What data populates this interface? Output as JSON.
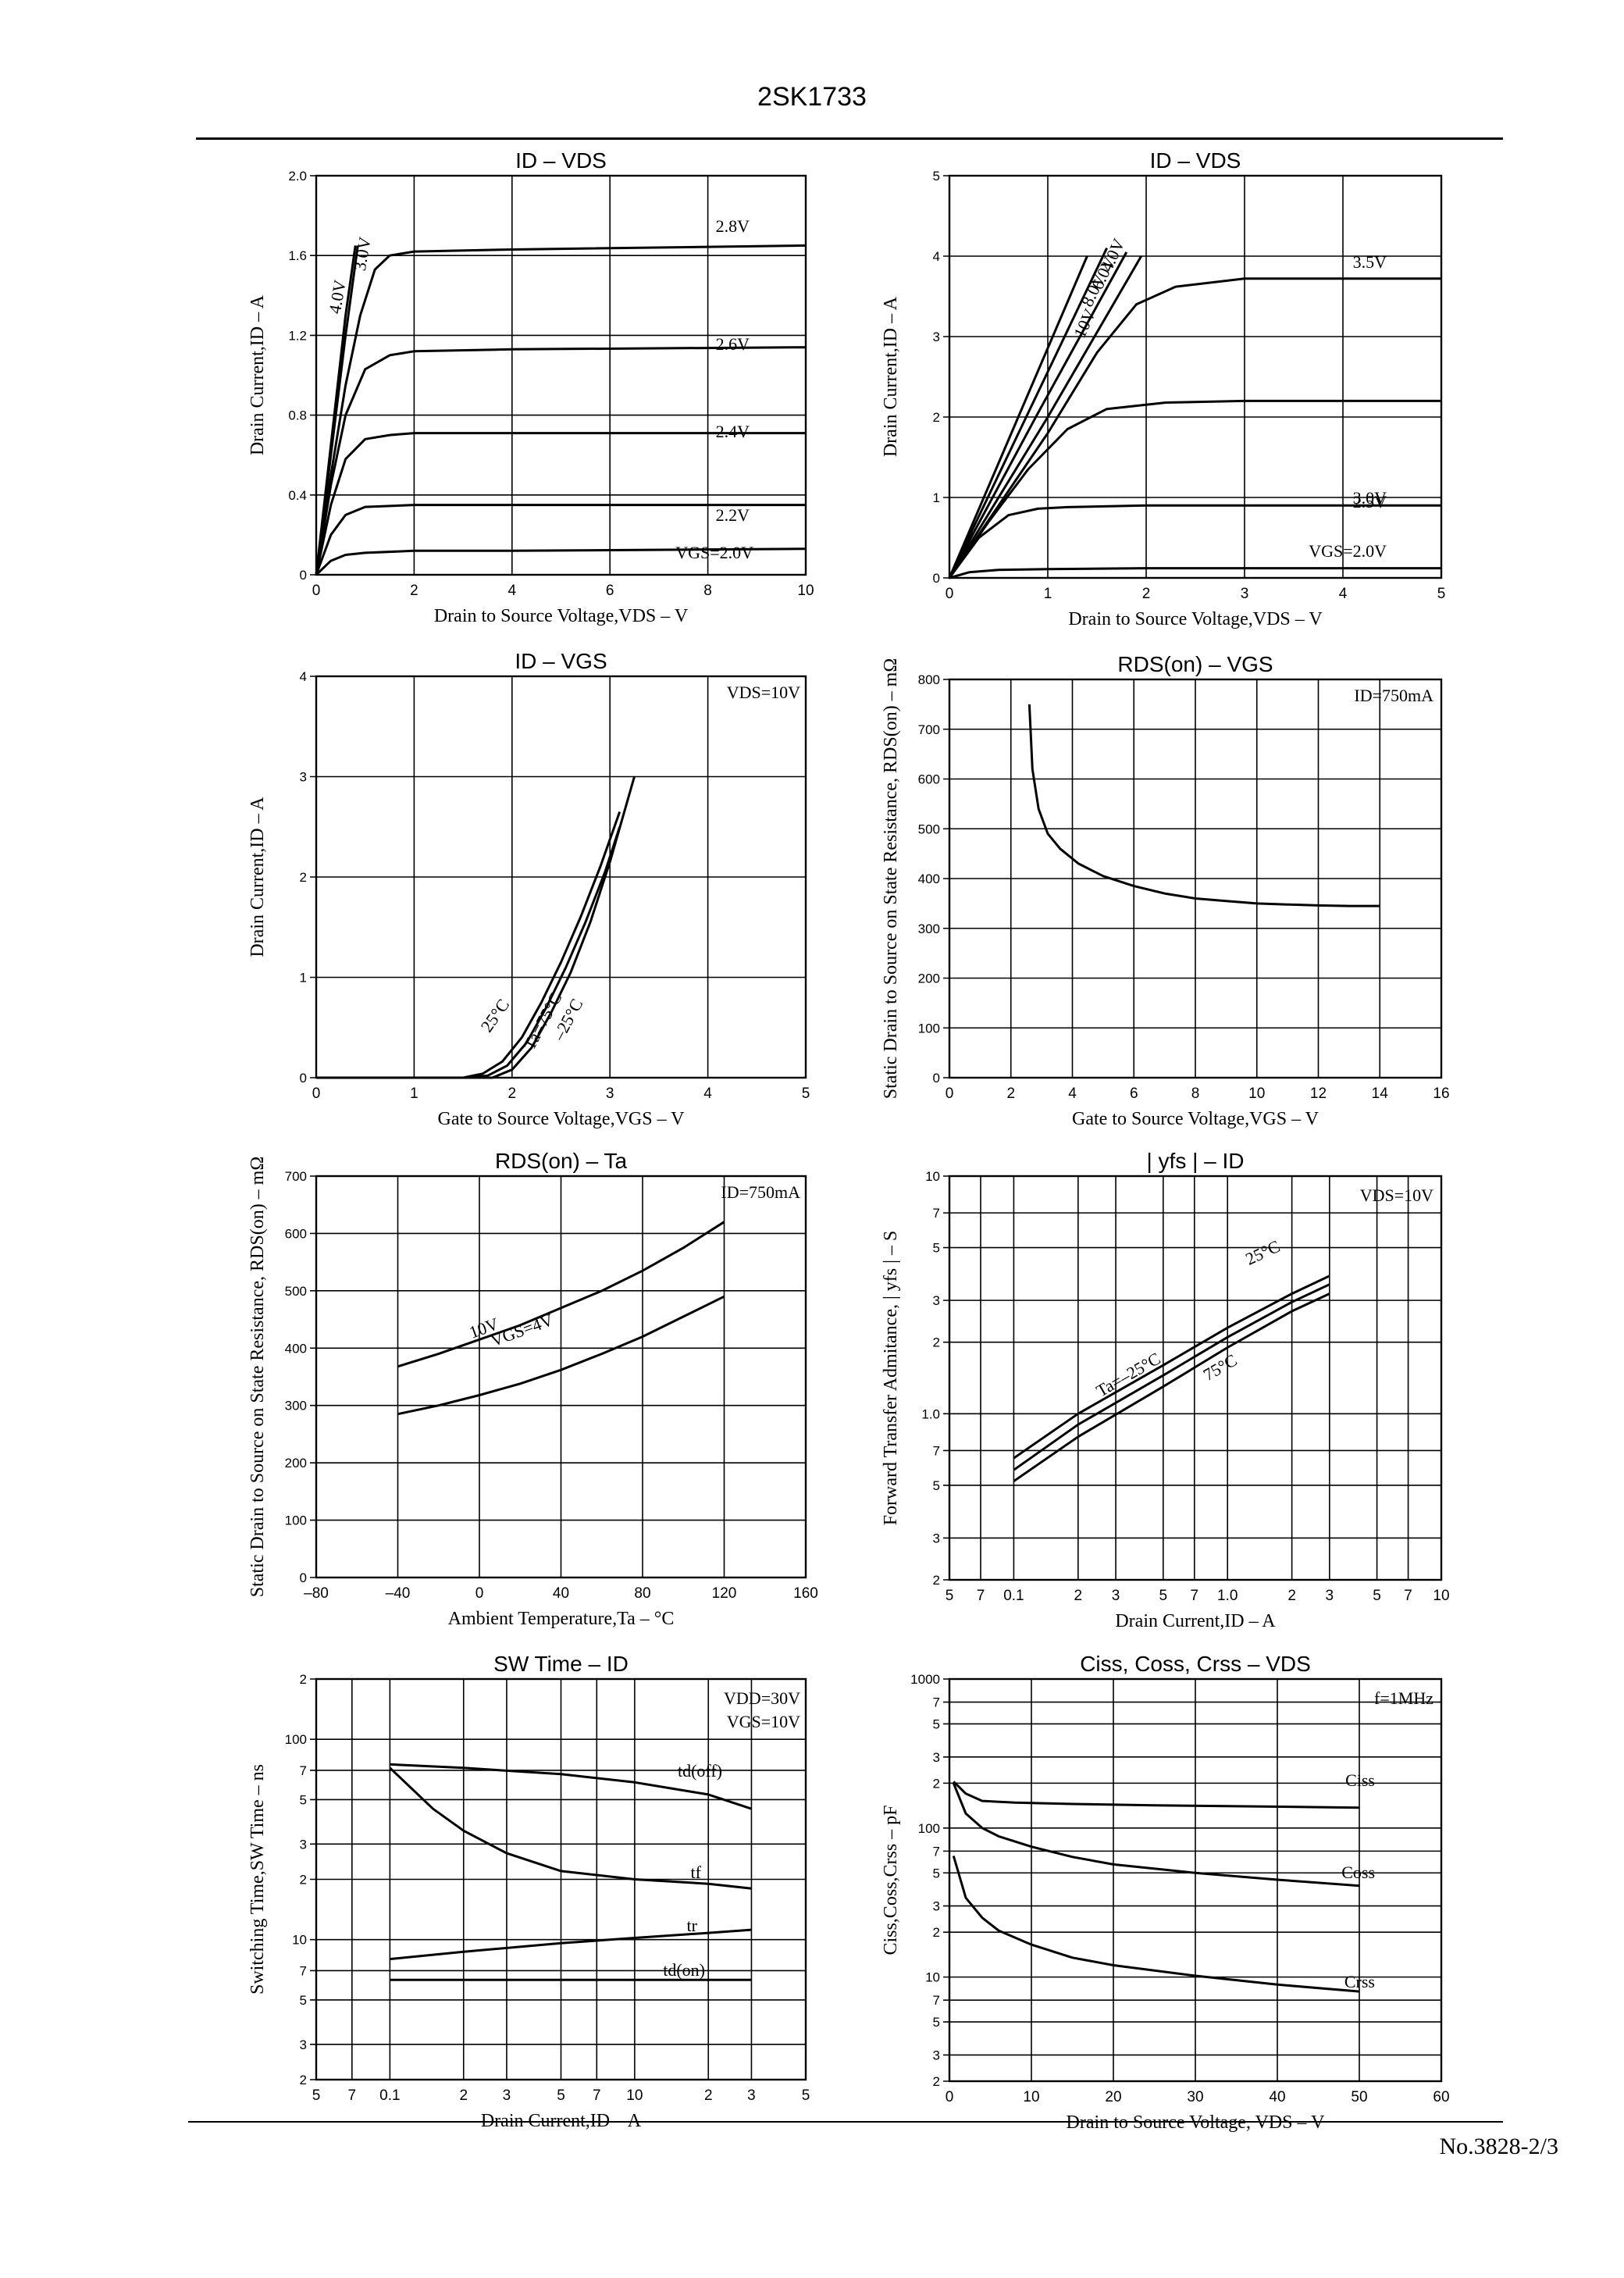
{
  "header": {
    "part_number": "2SK1733"
  },
  "footer": {
    "doc_number": "No.3828-2/3"
  },
  "chart_data": [
    {
      "id": "id-vds-10",
      "type": "line",
      "title": "I_D  –  V_DS",
      "xlabel": "Drain to Source Voltage,V_DS – V",
      "ylabel": "Drain Current,I_D – A",
      "xlim": [
        0,
        10
      ],
      "ylim": [
        0,
        2.0
      ],
      "xscale": "linear",
      "yscale": "linear",
      "xticks": [
        0,
        2,
        4,
        6,
        8,
        10
      ],
      "yticks": [
        0,
        0.4,
        0.8,
        1.2,
        1.6,
        2.0
      ],
      "xtick_labels": [
        "0",
        "2",
        "4",
        "6",
        "8",
        "10"
      ],
      "ytick_labels": [
        "0",
        "0.4",
        "0.8",
        "1.2",
        "1.6",
        "2.0"
      ],
      "grid": true,
      "series": [
        {
          "name": "V_GS=2.0V",
          "x": [
            0,
            0.3,
            0.6,
            1,
            2,
            4,
            10
          ],
          "y": [
            0,
            0.07,
            0.1,
            0.11,
            0.12,
            0.12,
            0.13
          ]
        },
        {
          "name": "2.2V",
          "x": [
            0,
            0.3,
            0.6,
            1,
            2,
            4,
            10
          ],
          "y": [
            0,
            0.2,
            0.3,
            0.34,
            0.35,
            0.35,
            0.35
          ]
        },
        {
          "name": "2.4V",
          "x": [
            0,
            0.3,
            0.6,
            1,
            1.5,
            2,
            4,
            10
          ],
          "y": [
            0,
            0.35,
            0.58,
            0.68,
            0.7,
            0.71,
            0.71,
            0.71
          ]
        },
        {
          "name": "2.6V",
          "x": [
            0,
            0.3,
            0.6,
            1,
            1.5,
            2,
            4,
            10
          ],
          "y": [
            0,
            0.45,
            0.8,
            1.03,
            1.1,
            1.12,
            1.13,
            1.14
          ]
        },
        {
          "name": "2.8V",
          "x": [
            0,
            0.3,
            0.6,
            0.9,
            1.2,
            1.5,
            2,
            4,
            10
          ],
          "y": [
            0,
            0.5,
            0.95,
            1.3,
            1.53,
            1.6,
            1.62,
            1.63,
            1.65
          ]
        },
        {
          "name": "3.0V",
          "x": [
            0,
            0.3,
            0.6,
            0.85
          ],
          "y": [
            0,
            0.6,
            1.2,
            1.65
          ]
        },
        {
          "name": "4.0V",
          "x": [
            0,
            0.3,
            0.6,
            0.8
          ],
          "y": [
            0,
            0.65,
            1.3,
            1.65
          ]
        }
      ],
      "annotations": [
        "2.8V",
        "2.6V",
        "2.4V",
        "2.2V",
        "V_GS=2.0V",
        "3.0V",
        "4.0V"
      ]
    },
    {
      "id": "id-vds-5",
      "type": "line",
      "title": "I_D  –  V_DS",
      "xlabel": "Drain to Source Voltage,V_DS – V",
      "ylabel": "Drain Current,I_D – A",
      "xlim": [
        0,
        5
      ],
      "ylim": [
        0,
        5
      ],
      "xscale": "linear",
      "yscale": "linear",
      "xticks": [
        0,
        1,
        2,
        3,
        4,
        5
      ],
      "yticks": [
        0,
        1,
        2,
        3,
        4,
        5
      ],
      "xtick_labels": [
        "0",
        "1",
        "2",
        "3",
        "4",
        "5"
      ],
      "ytick_labels": [
        "0",
        "1",
        "2",
        "3",
        "4",
        "5"
      ],
      "grid": true,
      "series": [
        {
          "name": "V_GS=2.0V",
          "x": [
            0,
            0.2,
            0.5,
            1,
            2,
            5
          ],
          "y": [
            0,
            0.07,
            0.1,
            0.11,
            0.12,
            0.12
          ]
        },
        {
          "name": "2.5V",
          "x": [
            0,
            0.3,
            0.6,
            0.9,
            1.2,
            2,
            5
          ],
          "y": [
            0,
            0.5,
            0.78,
            0.86,
            0.88,
            0.9,
            0.9
          ]
        },
        {
          "name": "3.0V",
          "x": [
            0,
            0.4,
            0.8,
            1.2,
            1.6,
            2.2,
            3,
            5
          ],
          "y": [
            0,
            0.7,
            1.35,
            1.85,
            2.1,
            2.18,
            2.2,
            2.2
          ]
        },
        {
          "name": "3.5V",
          "x": [
            0,
            0.5,
            1,
            1.5,
            1.9,
            2.3,
            3,
            5
          ],
          "y": [
            0,
            0.9,
            1.8,
            2.8,
            3.4,
            3.62,
            3.72,
            3.72
          ]
        },
        {
          "name": "4.0V",
          "x": [
            0,
            1.0,
            1.95
          ],
          "y": [
            0,
            2.0,
            4.0
          ]
        },
        {
          "name": "6.0V",
          "x": [
            0,
            0.9,
            1.8
          ],
          "y": [
            0,
            2.05,
            4.05
          ]
        },
        {
          "name": "8.0V",
          "x": [
            0,
            0.8,
            1.6
          ],
          "y": [
            0,
            2.05,
            4.1
          ]
        },
        {
          "name": "10V",
          "x": [
            0,
            0.7,
            1.4
          ],
          "y": [
            0,
            2.0,
            4.0
          ]
        }
      ],
      "annotations": [
        "3.5V",
        "3.0V",
        "2.5V",
        "V_GS=2.0V",
        "10V",
        "8.0V",
        "6.0V",
        "4.0V"
      ]
    },
    {
      "id": "id-vgs",
      "type": "line",
      "title": "I_D  –  V_GS",
      "xlabel": "Gate to Source Voltage,V_GS – V",
      "ylabel": "Drain Current,I_D – A",
      "xlim": [
        0,
        5
      ],
      "ylim": [
        0,
        4
      ],
      "xscale": "linear",
      "yscale": "linear",
      "xticks": [
        0,
        1,
        2,
        3,
        4,
        5
      ],
      "yticks": [
        0,
        1,
        2,
        3,
        4
      ],
      "xtick_labels": [
        "0",
        "1",
        "2",
        "3",
        "4",
        "5"
      ],
      "ytick_labels": [
        "0",
        "1",
        "2",
        "3",
        "4"
      ],
      "grid": true,
      "series": [
        {
          "name": "-25°C",
          "x": [
            0,
            1.6,
            1.8,
            2.0,
            2.2,
            2.4,
            2.6,
            2.8,
            3.0,
            3.25
          ],
          "y": [
            0,
            0,
            0,
            0.08,
            0.3,
            0.65,
            1.05,
            1.55,
            2.15,
            3.0
          ]
        },
        {
          "name": "Ta=75°C",
          "x": [
            0,
            1.5,
            1.7,
            1.9,
            2.1,
            2.3,
            2.5,
            2.7,
            2.9,
            3.1
          ],
          "y": [
            0,
            0,
            0.04,
            0.16,
            0.4,
            0.75,
            1.15,
            1.6,
            2.1,
            2.65
          ]
        },
        {
          "name": "25°C",
          "x": [
            0,
            1.55,
            1.75,
            1.95,
            2.15,
            2.35,
            2.55,
            2.75,
            2.95,
            3.1
          ],
          "y": [
            0,
            0,
            0.02,
            0.12,
            0.35,
            0.7,
            1.1,
            1.55,
            2.05,
            2.5
          ]
        }
      ],
      "annotations": [
        "V_DS=10V",
        "25°C",
        "Ta=75°C",
        "–25°C"
      ]
    },
    {
      "id": "rds-vgs",
      "type": "line",
      "title": "R_DS(on)  –  V_GS",
      "xlabel": "Gate to Source Voltage,V_GS – V",
      "ylabel": "Static Drain to Source on State Resistance, R_DS(on) – mΩ",
      "xlim": [
        0,
        16
      ],
      "ylim": [
        0,
        800
      ],
      "xscale": "linear",
      "yscale": "linear",
      "xticks": [
        0,
        2,
        4,
        6,
        8,
        10,
        12,
        14,
        16
      ],
      "yticks": [
        0,
        100,
        200,
        300,
        400,
        500,
        600,
        700,
        800
      ],
      "xtick_labels": [
        "0",
        "2",
        "4",
        "6",
        "8",
        "10",
        "12",
        "14",
        "16"
      ],
      "ytick_labels": [
        "0",
        "100",
        "200",
        "300",
        "400",
        "500",
        "600",
        "700",
        "800"
      ],
      "grid": true,
      "series": [
        {
          "name": "I_D=750mA",
          "x": [
            2.6,
            2.7,
            2.9,
            3.2,
            3.6,
            4.2,
            5,
            6,
            7,
            8,
            9,
            10,
            11,
            12,
            13,
            14
          ],
          "y": [
            750,
            620,
            540,
            490,
            460,
            430,
            405,
            385,
            370,
            360,
            355,
            350,
            348,
            346,
            345,
            345
          ]
        }
      ],
      "annotations": [
        "I_D=750mA"
      ]
    },
    {
      "id": "rds-ta",
      "type": "line",
      "title": "R_DS(on)  –  T_a",
      "xlabel": "Ambient Temperature,T_a – °C",
      "ylabel": "Static Drain to Source on State Resistance, R_DS(on) – mΩ",
      "xlim": [
        -80,
        160
      ],
      "ylim": [
        0,
        700
      ],
      "xscale": "linear",
      "yscale": "linear",
      "xticks": [
        -80,
        -40,
        0,
        40,
        80,
        120,
        160
      ],
      "yticks": [
        0,
        100,
        200,
        300,
        400,
        500,
        600,
        700
      ],
      "xtick_labels": [
        "–80",
        "–40",
        "0",
        "40",
        "80",
        "120",
        "160"
      ],
      "ytick_labels": [
        "0",
        "100",
        "200",
        "300",
        "400",
        "500",
        "600",
        "700"
      ],
      "grid": true,
      "series": [
        {
          "name": "V_GS=4V",
          "x": [
            -40,
            -20,
            0,
            20,
            40,
            60,
            80,
            100,
            120
          ],
          "y": [
            368,
            390,
            415,
            440,
            470,
            500,
            535,
            575,
            620
          ]
        },
        {
          "name": "10V",
          "x": [
            -40,
            -20,
            0,
            20,
            40,
            60,
            80,
            100,
            120
          ],
          "y": [
            285,
            300,
            318,
            338,
            362,
            390,
            420,
            455,
            490
          ]
        }
      ],
      "annotations": [
        "I_D=750mA",
        "V_GS=4V",
        "10V"
      ]
    },
    {
      "id": "yfs-id",
      "type": "line",
      "title": "| y_fs |  –  I_D",
      "xlabel": "Drain Current,I_D – A",
      "ylabel": "Forward Transfer Admitance, | y_fs | – S",
      "xlim": [
        0.05,
        10
      ],
      "ylim": [
        0.2,
        10
      ],
      "xscale": "log",
      "yscale": "log",
      "xticks": [
        0.05,
        0.07,
        0.1,
        0.2,
        0.3,
        0.5,
        0.7,
        1.0,
        2,
        3,
        5,
        7,
        10
      ],
      "yticks": [
        0.2,
        0.3,
        0.5,
        0.7,
        1.0,
        2,
        3,
        5,
        7,
        10
      ],
      "xtick_labels": [
        "5",
        "7",
        "0.1",
        "2",
        "3",
        "5",
        "7",
        "1.0",
        "2",
        "3",
        "5",
        "7",
        "10"
      ],
      "ytick_labels": [
        "2",
        "3",
        "5",
        "7",
        "1.0",
        "2",
        "3",
        "5",
        "7",
        "10"
      ],
      "grid": true,
      "series": [
        {
          "name": "Ta=–25°C",
          "x": [
            0.1,
            0.2,
            0.5,
            1.0,
            2,
            3
          ],
          "y": [
            0.65,
            1.0,
            1.6,
            2.3,
            3.2,
            3.8
          ]
        },
        {
          "name": "25°C",
          "x": [
            0.1,
            0.2,
            0.5,
            1.0,
            2,
            3
          ],
          "y": [
            0.58,
            0.9,
            1.45,
            2.1,
            2.95,
            3.5
          ]
        },
        {
          "name": "75°C",
          "x": [
            0.1,
            0.2,
            0.5,
            1.0,
            2,
            3
          ],
          "y": [
            0.52,
            0.8,
            1.3,
            1.9,
            2.7,
            3.2
          ]
        }
      ],
      "annotations": [
        "V_DS=10V",
        "25°C",
        "Ta=–25°C",
        "75°C"
      ]
    },
    {
      "id": "sw-time",
      "type": "line",
      "title": "SW Time  –  I_D",
      "xlabel": "Drain Current,I_D – A",
      "ylabel": "Switching Time,SW Time – ns",
      "xlim": [
        0.05,
        5
      ],
      "ylim": [
        2,
        200
      ],
      "xscale": "log",
      "yscale": "log",
      "xticks": [
        0.05,
        0.07,
        0.1,
        0.2,
        0.3,
        0.5,
        0.7,
        1,
        2,
        3,
        5
      ],
      "yticks": [
        2,
        3,
        5,
        7,
        10,
        20,
        30,
        50,
        70,
        100,
        200
      ],
      "xtick_labels": [
        "5",
        "7",
        "0.1",
        "2",
        "3",
        "5",
        "7",
        "10",
        "2",
        "3",
        "5"
      ],
      "ytick_labels": [
        "2",
        "3",
        "5",
        "7",
        "10",
        "2",
        "3",
        "5",
        "7",
        "100",
        "2"
      ],
      "grid": true,
      "series": [
        {
          "name": "t_d(off)",
          "x": [
            0.1,
            0.2,
            0.5,
            1,
            2,
            3
          ],
          "y": [
            75,
            72,
            67,
            61,
            53,
            45
          ]
        },
        {
          "name": "t_f",
          "x": [
            0.1,
            0.15,
            0.2,
            0.3,
            0.5,
            1,
            2,
            3
          ],
          "y": [
            72,
            45,
            35,
            27,
            22,
            20,
            19,
            18
          ]
        },
        {
          "name": "t_r",
          "x": [
            0.1,
            0.2,
            0.5,
            1,
            2,
            3
          ],
          "y": [
            8,
            8.7,
            9.6,
            10.2,
            10.8,
            11.2
          ]
        },
        {
          "name": "t_d(on)",
          "x": [
            0.1,
            3
          ],
          "y": [
            6.3,
            6.3
          ]
        }
      ],
      "annotations": [
        "V_DD=30V",
        "V_GS=10V",
        "t_d(off)",
        "t_f",
        "t_r",
        "t_d(on)"
      ]
    },
    {
      "id": "capacitance",
      "type": "line",
      "title": "C_iss, C_oss, C_rss  –  V_DS",
      "xlabel": "Drain to Source Voltage, V_DS – V",
      "ylabel": "C_iss,C_oss,C_rss – pF",
      "xlim": [
        0,
        60
      ],
      "ylim": [
        2,
        1000
      ],
      "xscale": "linear",
      "yscale": "log",
      "xticks": [
        0,
        10,
        20,
        30,
        40,
        50,
        60
      ],
      "yticks": [
        2,
        3,
        5,
        7,
        10,
        20,
        30,
        50,
        70,
        100,
        200,
        300,
        500,
        700,
        1000
      ],
      "xtick_labels": [
        "0",
        "10",
        "20",
        "30",
        "40",
        "50",
        "60"
      ],
      "ytick_labels": [
        "2",
        "3",
        "5",
        "7",
        "10",
        "2",
        "3",
        "5",
        "7",
        "100",
        "2",
        "3",
        "5",
        "7",
        "1000"
      ],
      "grid": true,
      "series": [
        {
          "name": "C_iss",
          "x": [
            0.5,
            2,
            4,
            8,
            15,
            25,
            35,
            50
          ],
          "y": [
            205,
            170,
            152,
            148,
            145,
            142,
            140,
            137
          ]
        },
        {
          "name": "C_oss",
          "x": [
            0.5,
            2,
            4,
            6,
            10,
            15,
            20,
            30,
            40,
            50
          ],
          "y": [
            200,
            125,
            100,
            88,
            75,
            64,
            57,
            50,
            45,
            41
          ]
        },
        {
          "name": "C_rss",
          "x": [
            0.5,
            2,
            4,
            6,
            10,
            15,
            20,
            30,
            40,
            50
          ],
          "y": [
            65,
            34,
            25,
            20.5,
            16.5,
            13.5,
            12,
            10.2,
            8.9,
            8
          ]
        }
      ],
      "annotations": [
        "f=1MHz",
        "C_iss",
        "C_oss",
        "C_rss"
      ]
    }
  ]
}
